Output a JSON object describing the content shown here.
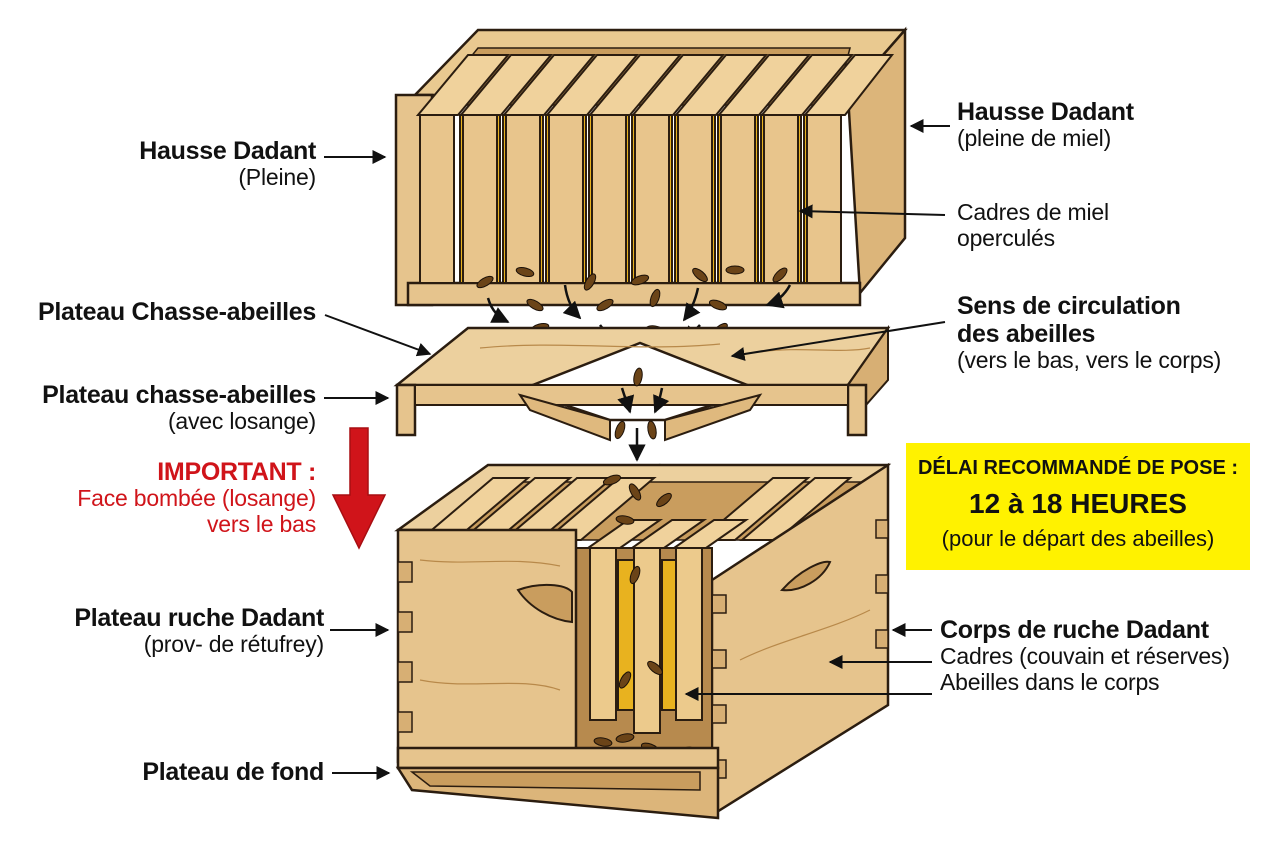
{
  "labels": {
    "hausse_left_title": "Hausse Dadant",
    "hausse_left_sub": "(Pleine)",
    "hausse_right_title": "Hausse Dadant",
    "hausse_right_sub": "(pleine de miel)",
    "cadres_miel_1": "Cadres de miel",
    "cadres_miel_2": "operculés",
    "plateau_chasse": "Plateau Chasse-abeilles",
    "plateau_losange_title": "Plateau chasse-abeilles",
    "plateau_losange_sub": "(avec losange)",
    "sens_1": "Sens de circulation",
    "sens_2": "des abeilles",
    "sens_3": "(vers le bas, vers le corps)",
    "important_title": "IMPORTANT :",
    "important_1": "Face bombée (losange)",
    "important_2": "vers le bas",
    "plateau_ruche_title": "Plateau ruche Dadant",
    "plateau_ruche_sub": "(prov- de rétufrey)",
    "corps_title": "Corps de ruche Dadant",
    "corps_1": "Cadres (couvain et réserves)",
    "corps_2": "Abeilles dans le corps",
    "fond": "Plateau de fond"
  },
  "callout": {
    "line1": "DÉLAI RECOMMANDÉ DE POSE :",
    "line2": "12 à 18 HEURES",
    "line3": "(pour le départ des abeilles)"
  },
  "colors": {
    "wood": "#e6c48d",
    "wood_dark": "#c99d5e",
    "honey": "#e8b21f",
    "outline": "#2b1d10",
    "warning_red": "#d0141a",
    "callout_yellow": "#fff200"
  }
}
